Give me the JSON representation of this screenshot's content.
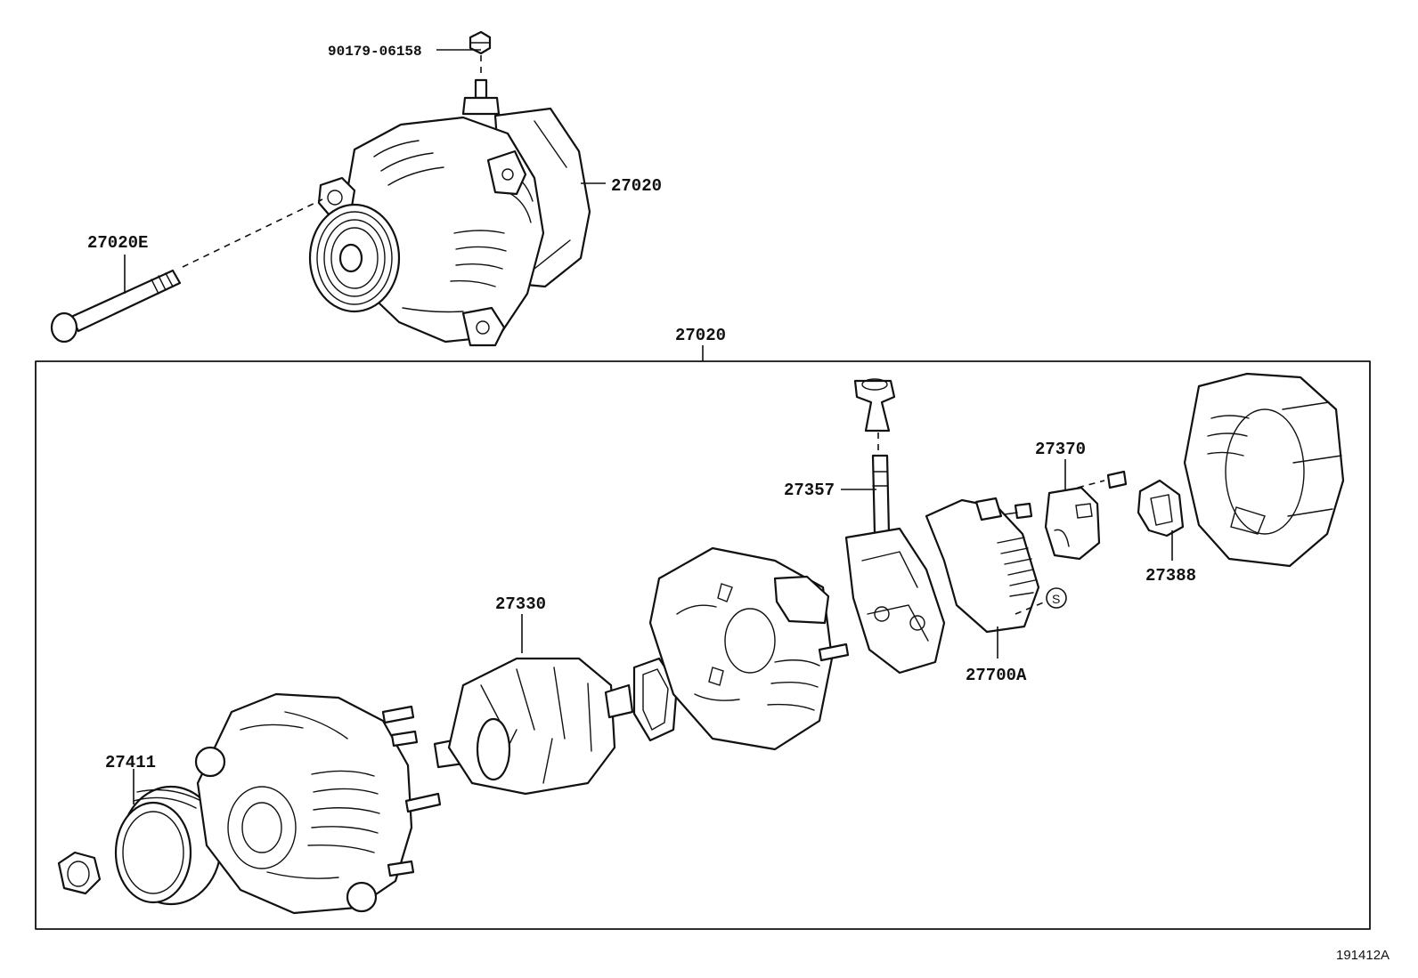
{
  "diagram": {
    "reference_code": "191412A",
    "callouts": {
      "bolt_top": "90179-06158",
      "alternator_assy": "27020",
      "through_bolt": "27020E",
      "group_box": "27020",
      "terminal_insulator": "27357",
      "regulator_holder": "27370",
      "rotor": "27330",
      "rectifier": "27700A",
      "rear_cover_plate": "27388",
      "pulley": "27411",
      "sealer_symbol": "S"
    }
  }
}
